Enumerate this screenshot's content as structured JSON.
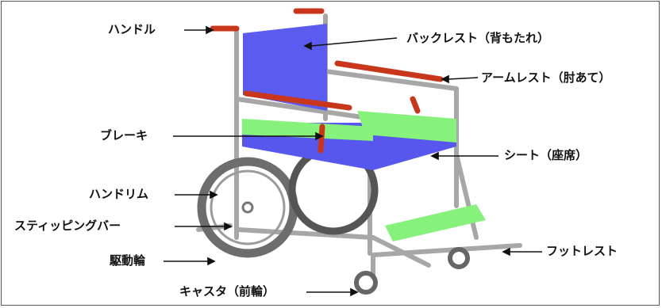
{
  "labels": {
    "handle": "ハンドル",
    "backrest": "バックレスト（背もたれ）",
    "armrest": "アームレスト（肘あて）",
    "brake": "ブレーキ",
    "seat": "シート（座席）",
    "handrim": "ハンドリム",
    "tipping_bar": "スティッピングバー",
    "drive_wheel": "駆動輪",
    "caster": "キャスタ（前輪）",
    "footrest": "フットレスト"
  },
  "colors": {
    "frame": "#a9a9a9",
    "backrest": "#5b5bf0",
    "seat": "#5757ee",
    "seat_band": "#86f27c",
    "grip": "#c8371c",
    "tire": "#6e6e6e"
  }
}
